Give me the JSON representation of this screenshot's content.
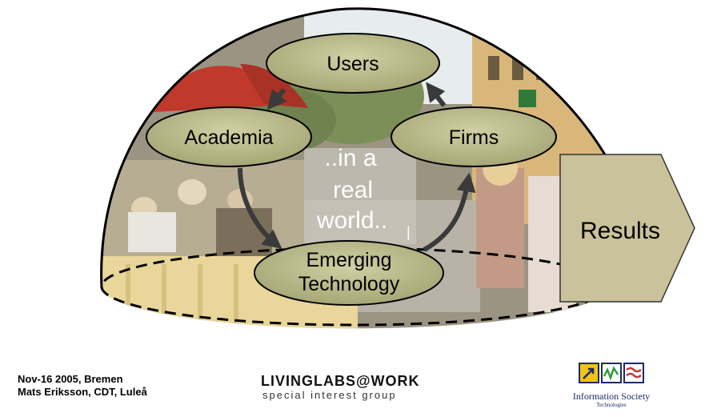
{
  "diagram": {
    "nodes": {
      "users": "Users",
      "academia": "Academia",
      "firms": "Firms",
      "emerging_line1": "Emerging",
      "emerging_line2": "Technology"
    },
    "center_text": {
      "line1": "..in a",
      "line2": "real",
      "line3": "world..",
      "cursor": "|"
    },
    "results": "Results"
  },
  "footer": {
    "line1": "Nov-16 2005, Bremen",
    "line2": "Mats Eriksson, CDT, Luleå",
    "logo_main": "LIVINGLABS@WORK",
    "logo_sub": "special interest group",
    "ist_name": "Information Society",
    "ist_sub": "Technologies"
  },
  "colors": {
    "node_fill": "#b9b98a",
    "node_stroke": "#000000",
    "arrow": "#3a3a3a",
    "results_fill": "#c9c29a",
    "ist_blue": "#1b2a6b"
  }
}
